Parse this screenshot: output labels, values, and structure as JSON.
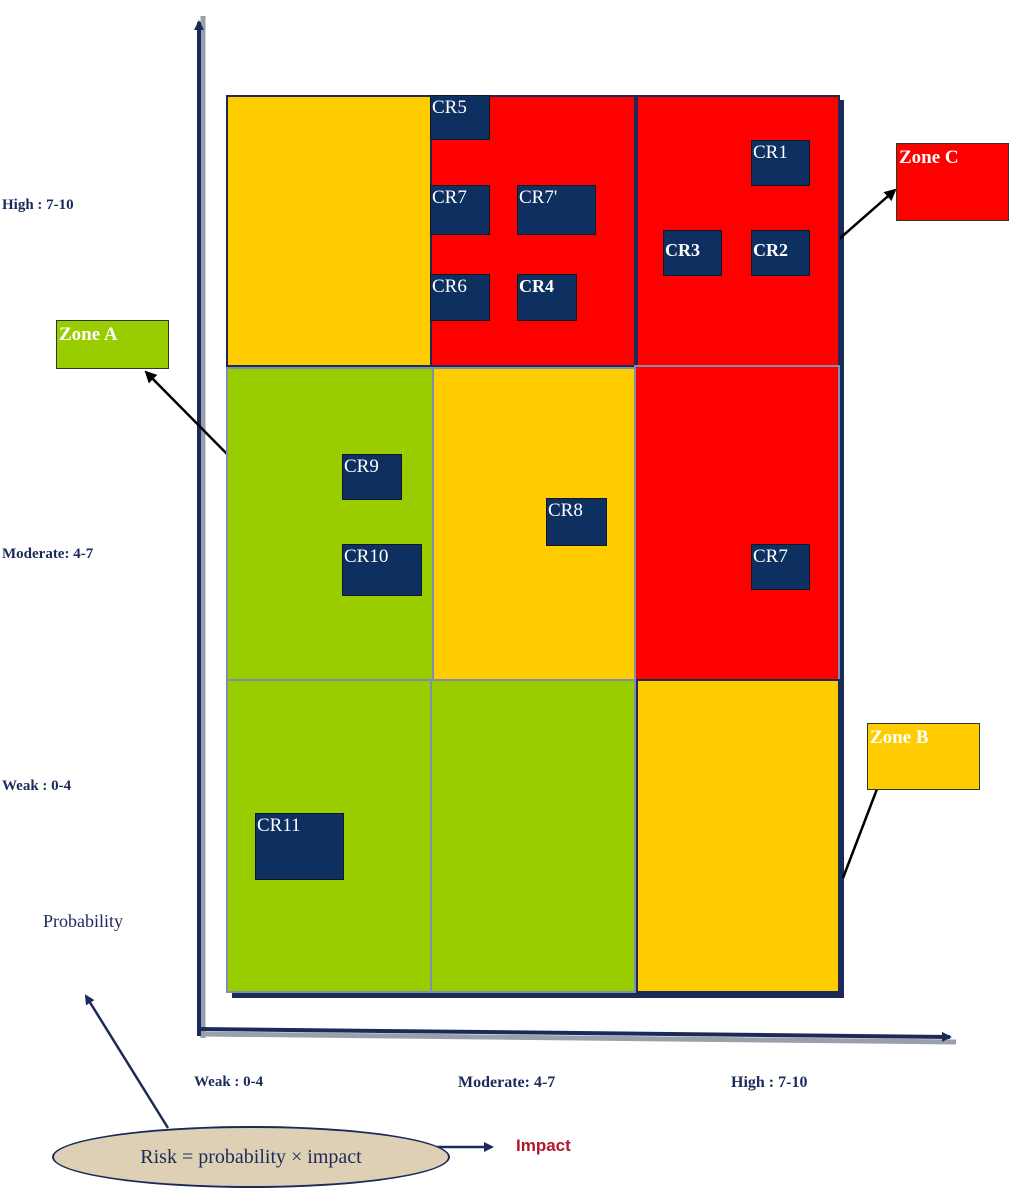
{
  "y_levels": [
    "High : 7-10",
    "Moderate: 4-7",
    "Weak : 0-4"
  ],
  "x_levels": [
    "Weak : 0-4",
    "Moderate: 4-7",
    "High : 7-10"
  ],
  "y_axis_title": "Probability",
  "x_axis_title": "Impact",
  "formula": "Risk = probability × impact",
  "colors": {
    "green": "#9acd00",
    "yellow": "#ffcc00",
    "red": "#ff0000",
    "navy": "#1c2a5a",
    "box": "#0d3060"
  },
  "grid": [
    [
      "yellow",
      "red",
      "red"
    ],
    [
      "green",
      "yellow",
      "red"
    ],
    [
      "green",
      "green",
      "yellow"
    ]
  ],
  "risks": [
    {
      "label": "CR5",
      "probability": "High : 7-10",
      "impact": "Moderate: 4-7"
    },
    {
      "label": "CR7",
      "probability": "High : 7-10",
      "impact": "Moderate: 4-7"
    },
    {
      "label": "CR7'",
      "probability": "High : 7-10",
      "impact": "Moderate: 4-7"
    },
    {
      "label": "CR6",
      "probability": "High : 7-10",
      "impact": "Moderate: 4-7"
    },
    {
      "label": "CR4",
      "probability": "High : 7-10",
      "impact": "Moderate: 4-7"
    },
    {
      "label": "CR1",
      "probability": "High : 7-10",
      "impact": "High : 7-10"
    },
    {
      "label": "CR3",
      "probability": "High : 7-10",
      "impact": "High : 7-10"
    },
    {
      "label": "CR2",
      "probability": "High : 7-10",
      "impact": "High : 7-10"
    },
    {
      "label": "CR9",
      "probability": "Moderate: 4-7",
      "impact": "Weak : 0-4"
    },
    {
      "label": "CR10",
      "probability": "Moderate: 4-7",
      "impact": "Weak : 0-4"
    },
    {
      "label": "CR8",
      "probability": "Moderate: 4-7",
      "impact": "Moderate: 4-7"
    },
    {
      "label": "CR7",
      "probability": "Moderate: 4-7",
      "impact": "High : 7-10"
    },
    {
      "label": "CR11",
      "probability": "Weak : 0-4",
      "impact": "Weak : 0-4"
    }
  ],
  "zones": [
    {
      "label": "Zone A",
      "color": "#9acd00"
    },
    {
      "label": "Zone B",
      "color": "#ffcc00"
    },
    {
      "label": "Zone C",
      "color": "#ff0000"
    }
  ]
}
